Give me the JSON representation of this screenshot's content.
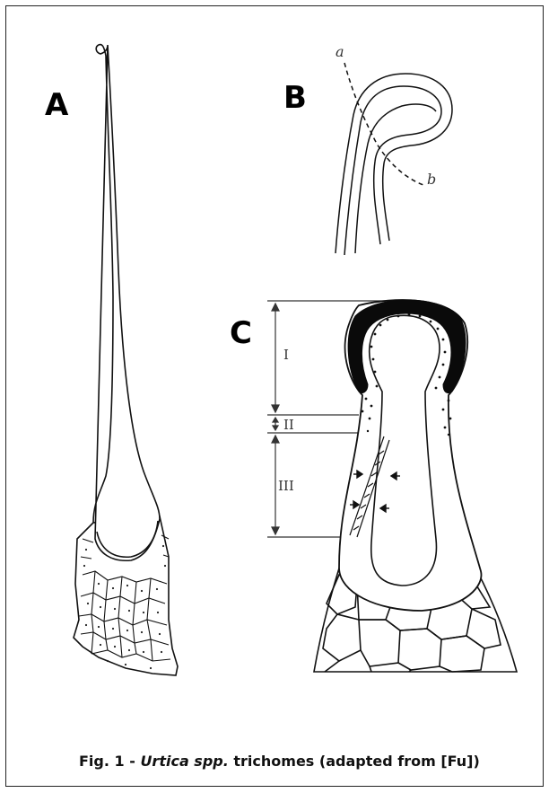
{
  "figure": {
    "panels": {
      "a": "A",
      "b": "B",
      "c": "C"
    },
    "b_markers": {
      "a": "a",
      "b": "b"
    },
    "c_zones": {
      "zone1": "I",
      "zone2": "II",
      "zone3": "III"
    },
    "caption": {
      "prefix": "Fig. 1 - ",
      "species": "Urtica spp.",
      "suffix": " trichomes (adapted from [Fu])"
    }
  }
}
